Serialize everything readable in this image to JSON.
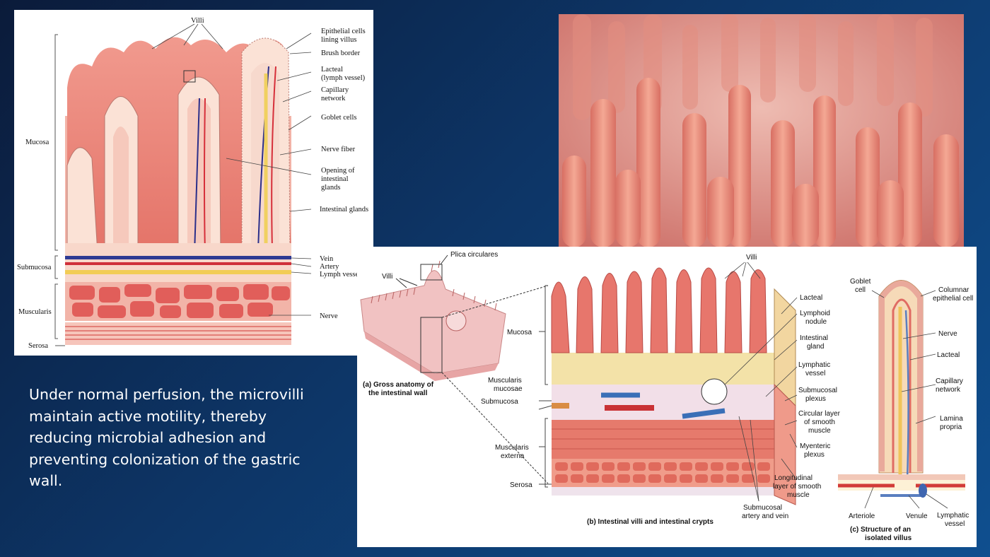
{
  "figure_a": {
    "labels_right": {
      "villi": "Villi",
      "epithelial": [
        "Epithelial cells",
        "lining villus"
      ],
      "brush_border": "Brush border",
      "lacteal": [
        "Lacteal",
        "(lymph vessel)"
      ],
      "capillary": [
        "Capillary",
        "network"
      ],
      "goblet": "Goblet cells",
      "nerve_fiber": "Nerve fiber",
      "opening": [
        "Opening of",
        "intestinal",
        "glands"
      ],
      "glands": "Intestinal glands",
      "vein": "Vein",
      "artery": "Artery",
      "lymph": "Lymph vesse",
      "nerve": "Nerve"
    },
    "labels_left": {
      "mucosa": "Mucosa",
      "submucosa": "Submucosa",
      "muscularis": "Muscularis",
      "serosa": "Serosa"
    }
  },
  "figure_b": {
    "gross": {
      "plica": "Plica circulares",
      "villi": "Villi",
      "caption": [
        "(a) Gross anatomy of",
        "the intestinal wall"
      ]
    },
    "block": {
      "villi": "Villi",
      "mucosa": "Mucosa",
      "muscularis_mucosae": [
        "Muscularis",
        "mucosae"
      ],
      "submucosa": "Submucosa",
      "muscularis_externa": [
        "Muscularis",
        "externa"
      ],
      "serosa": "Serosa",
      "lacteal": "Lacteal",
      "lymphoid": [
        "Lymphoid",
        "nodule"
      ],
      "intestinal_gland": [
        "Intestinal",
        "gland"
      ],
      "lymphatic_vessel": [
        "Lymphatic",
        "vessel"
      ],
      "submucosal_plexus": [
        "Submucosal",
        "plexus"
      ],
      "circular": [
        "Circular layer",
        "of smooth",
        "muscle"
      ],
      "myenteric": [
        "Myenteric",
        "plexus"
      ],
      "longitudinal": [
        "Longitudinal",
        "layer of smooth",
        "muscle"
      ],
      "submucosal_artery": [
        "Submucosal",
        "artery and vein"
      ],
      "caption": "(b) Intestinal villi and intestinal crypts"
    },
    "villus": {
      "goblet": [
        "Goblet",
        "cell"
      ],
      "columnar": [
        "Columnar",
        "epithelial cell"
      ],
      "nerve": "Nerve",
      "lacteal": "Lacteal",
      "capillary": [
        "Capillary",
        "network"
      ],
      "lamina": [
        "Lamina",
        "propria"
      ],
      "arteriole": "Arteriole",
      "venule": "Venule",
      "lymphatic": [
        "Lymphatic",
        "vessel"
      ],
      "caption": [
        "(c) Structure of an",
        "isolated villus"
      ]
    }
  },
  "caption": {
    "lines": [
      "Under normal perfusion, the microvilli",
      "maintain active motility, thereby",
      "reducing microbial adhesion and",
      "preventing colonization of the gastric",
      "wall."
    ]
  }
}
